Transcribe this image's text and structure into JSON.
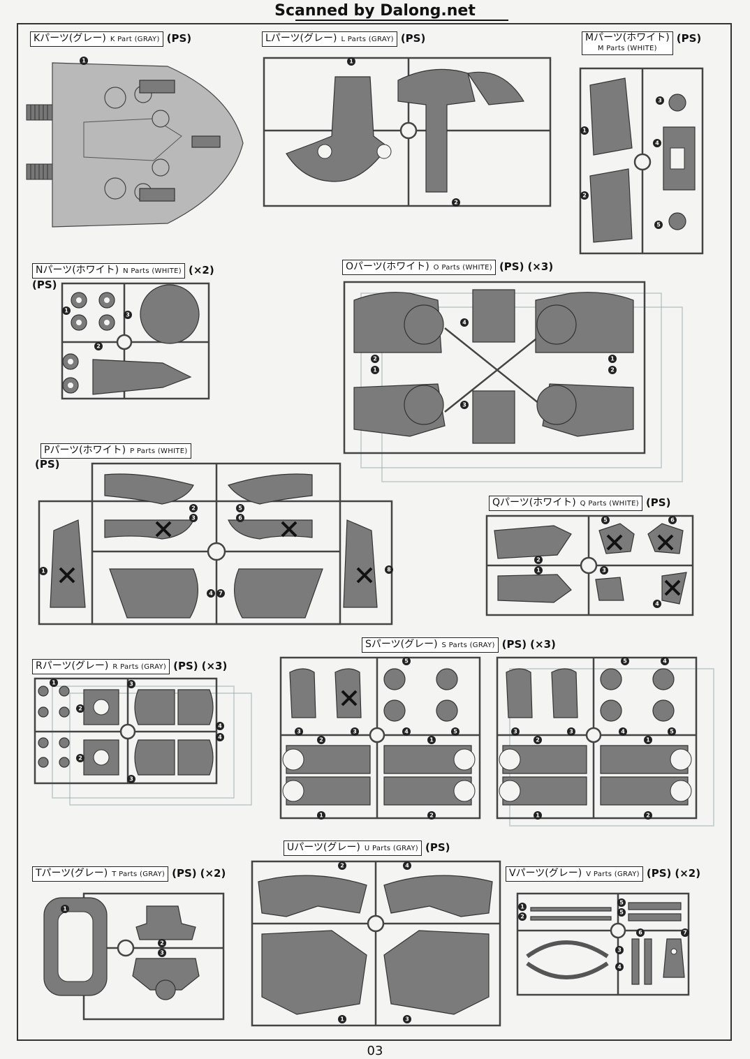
{
  "header": {
    "scan_credit": "Scanned by Dalong.net"
  },
  "page_number": "03",
  "sections": {
    "K": {
      "jp": "Kパーツ(グレー)",
      "en": "K Part (GRAY)",
      "material": "(PS)",
      "qty": ""
    },
    "L": {
      "jp": "Lパーツ(グレー)",
      "en": "L Parts (GRAY)",
      "material": "(PS)",
      "qty": ""
    },
    "M": {
      "jp": "Mパーツ(ホワイト)",
      "en": "M Parts (WHITE)",
      "material": "(PS)",
      "qty": ""
    },
    "N": {
      "jp": "Nパーツ(ホワイト)",
      "en": "N Parts (WHITE)",
      "material": "(PS)",
      "qty": "(×2)"
    },
    "O": {
      "jp": "Oパーツ(ホワイト)",
      "en": "O Parts (WHITE)",
      "material": "(PS)",
      "qty": "(×3)"
    },
    "P": {
      "jp": "Pパーツ(ホワイト)",
      "en": "P Parts (WHITE)",
      "material": "(PS)",
      "qty": ""
    },
    "Q": {
      "jp": "Qパーツ(ホワイト)",
      "en": "Q Parts (WHITE)",
      "material": "(PS)",
      "qty": ""
    },
    "R": {
      "jp": "Rパーツ(グレー)",
      "en": "R Parts (GRAY)",
      "material": "(PS)",
      "qty": "(×3)"
    },
    "S": {
      "jp": "Sパーツ(グレー)",
      "en": "S Parts (GRAY)",
      "material": "(PS)",
      "qty": "(×3)"
    },
    "T": {
      "jp": "Tパーツ(グレー)",
      "en": "T Parts (GRAY)",
      "material": "(PS)",
      "qty": "(×2)"
    },
    "U": {
      "jp": "Uパーツ(グレー)",
      "en": "U Parts (GRAY)",
      "material": "(PS)",
      "qty": ""
    },
    "V": {
      "jp": "Vパーツ(グレー)",
      "en": "V Parts (GRAY)",
      "material": "(PS)",
      "qty": "(×2)"
    }
  },
  "colors": {
    "gray_part": "#7b7b7b",
    "light_part": "#b9b9b9",
    "runner": "#444444",
    "paper": "#f4f4f2"
  },
  "icons": {
    "unused_part_marker": "x-mark-icon",
    "part_number_marker": "numbered-circle-icon"
  }
}
